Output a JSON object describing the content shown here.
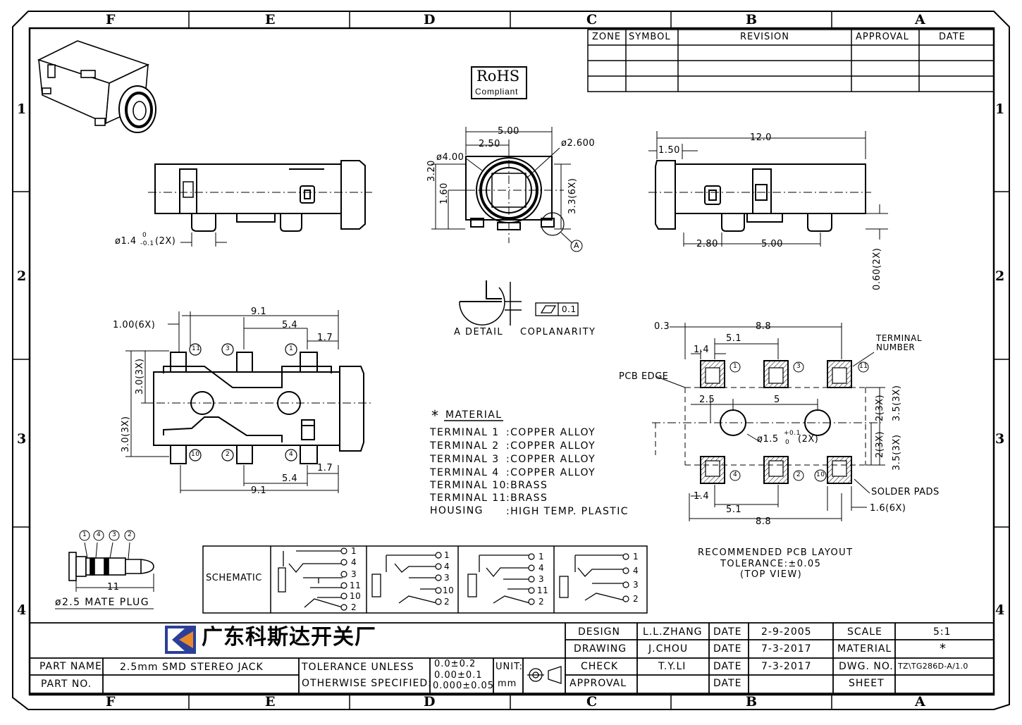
{
  "zones": {
    "columns": [
      "F",
      "E",
      "D",
      "C",
      "B",
      "A"
    ],
    "rows": [
      "1",
      "2",
      "3",
      "4"
    ]
  },
  "revision": {
    "headers": [
      "ZONE",
      "SYMBOL",
      "REVISION",
      "APPROVAL",
      "DATE"
    ]
  },
  "rohs": {
    "line1": "RoHS",
    "line2": "Compliant"
  },
  "dims": {
    "d5": "5.00",
    "d25": "2.50",
    "d26": "ø2.600",
    "d4": "ø4.00",
    "d32": "3.20",
    "d16": "1.60",
    "d33": "3.3(6X)",
    "d_a": "A",
    "d12": "12.0",
    "d15": "1.50",
    "d28": "2.80",
    "d50": "5.00",
    "d06": "0.60(2X)",
    "d14": "ø1.4",
    "d14tol_top": "0",
    "d14tol_bot": "-0.1",
    "d14x": "(2X)",
    "b91": "9.1",
    "b54": "5.4",
    "b17": "1.7",
    "b100": "1.00(6X)",
    "b30a": "3.0(3X)",
    "b30b": "3.0(3X)",
    "b17b": "1.7",
    "b54b": "5.4",
    "b91b": "9.1",
    "pin11": "11",
    "pin3": "3",
    "pin1": "1",
    "pin10": "10",
    "pin2": "2",
    "pin4": "4"
  },
  "detail": {
    "a_detail": "A DETAIL",
    "coplanarity": "COPLANARITY",
    "value": "0.1"
  },
  "material": {
    "title": "MATERIAL",
    "rows": [
      {
        "label": "TERMINAL  1",
        "value": ":COPPER  ALLOY"
      },
      {
        "label": "TERMINAL  2",
        "value": ":COPPER  ALLOY"
      },
      {
        "label": "TERMINAL  3",
        "value": ":COPPER  ALLOY"
      },
      {
        "label": "TERMINAL  4",
        "value": ":COPPER  ALLOY"
      },
      {
        "label": "TERMINAL 10",
        "value": ":BRASS"
      },
      {
        "label": "TERMINAL 11",
        "value": ":BRASS"
      },
      {
        "label": "HOUSING",
        "value": ":HIGH TEMP. PLASTIC"
      }
    ]
  },
  "pcb": {
    "d03": "0.3",
    "d88": "8.8",
    "d51": "5.1",
    "d14": "1.4",
    "terminal_number": "TERMINAL",
    "terminal_number2": "NUMBER",
    "pcb_edge": "PCB EDGE",
    "d25": "2.5",
    "d5": "5",
    "hole": "ø1.5",
    "hole_tol_top": "+0.1",
    "hole_tol_bot": "0",
    "hole_x": "(2X)",
    "d35a": "3.5(3X)",
    "d2a": "2(3X)",
    "d2b": "2(3X)",
    "d35b": "3.5(3X)",
    "solder": "SOLDER PADS",
    "d14b": "1.4",
    "d51b": "5.1",
    "d16": "1.6(6X)",
    "d88b": "8.8",
    "p1": "1",
    "p3": "3",
    "p11": "11",
    "p4": "4",
    "p2": "2",
    "p10": "10",
    "title1": "RECOMMENDED PCB LAYOUT",
    "title2": "TOLERANCE:±0.05",
    "title3": "(TOP VIEW)"
  },
  "plug": {
    "n1": "1",
    "n4": "4",
    "n3": "3",
    "n2": "2",
    "len": "11",
    "label": "ø2.5 MATE PLUG"
  },
  "schematic": {
    "label": "SCHEMATIC",
    "set1": [
      "1",
      "4",
      "3",
      "11",
      "10",
      "2"
    ],
    "set2": [
      "1",
      "4",
      "3",
      "10",
      "2"
    ],
    "set3": [
      "1",
      "4",
      "3",
      "11",
      "2"
    ],
    "set4": [
      "1",
      "4",
      "3",
      "2"
    ]
  },
  "titleblock": {
    "company": "广东科斯达开关厂",
    "part_name_label": "PART NAME",
    "part_name": "2.5mm  SMD  STEREO  JACK",
    "part_no_label": "PART NO.",
    "tol_label1": "TOLERANCE  UNLESS",
    "tol_label2": "OTHERWISE  SPECIFIED:",
    "tol1": "0.0±0.2",
    "tol2": "0.00±0.1",
    "tol3": "0.000±0.05",
    "unit_label": "UNIT:",
    "unit": "mm",
    "design_label": "DESIGN",
    "design": "L.L.ZHANG",
    "drawing_label": "DRAWING",
    "drawing": "J.CHOU",
    "check_label": "CHECK",
    "check": "T.Y.LI",
    "approval_label": "APPROVAL",
    "approval": "",
    "date_label": "DATE",
    "date1": "2-9-2005",
    "date2": "7-3-2017",
    "date3": "7-3-2017",
    "date4": "",
    "scale_label": "SCALE",
    "scale": "5:1",
    "material_label": "MATERIAL",
    "material": "*",
    "dwg_label": "DWG. NO.",
    "dwg": "TZ\\TG286D-A/1.0",
    "sheet_label": "SHEET",
    "sheet": ""
  },
  "colors": {
    "ink": "#000000",
    "paper": "#ffffff",
    "logo_blue": "#2b3f9a",
    "logo_orange": "#e8882a"
  }
}
